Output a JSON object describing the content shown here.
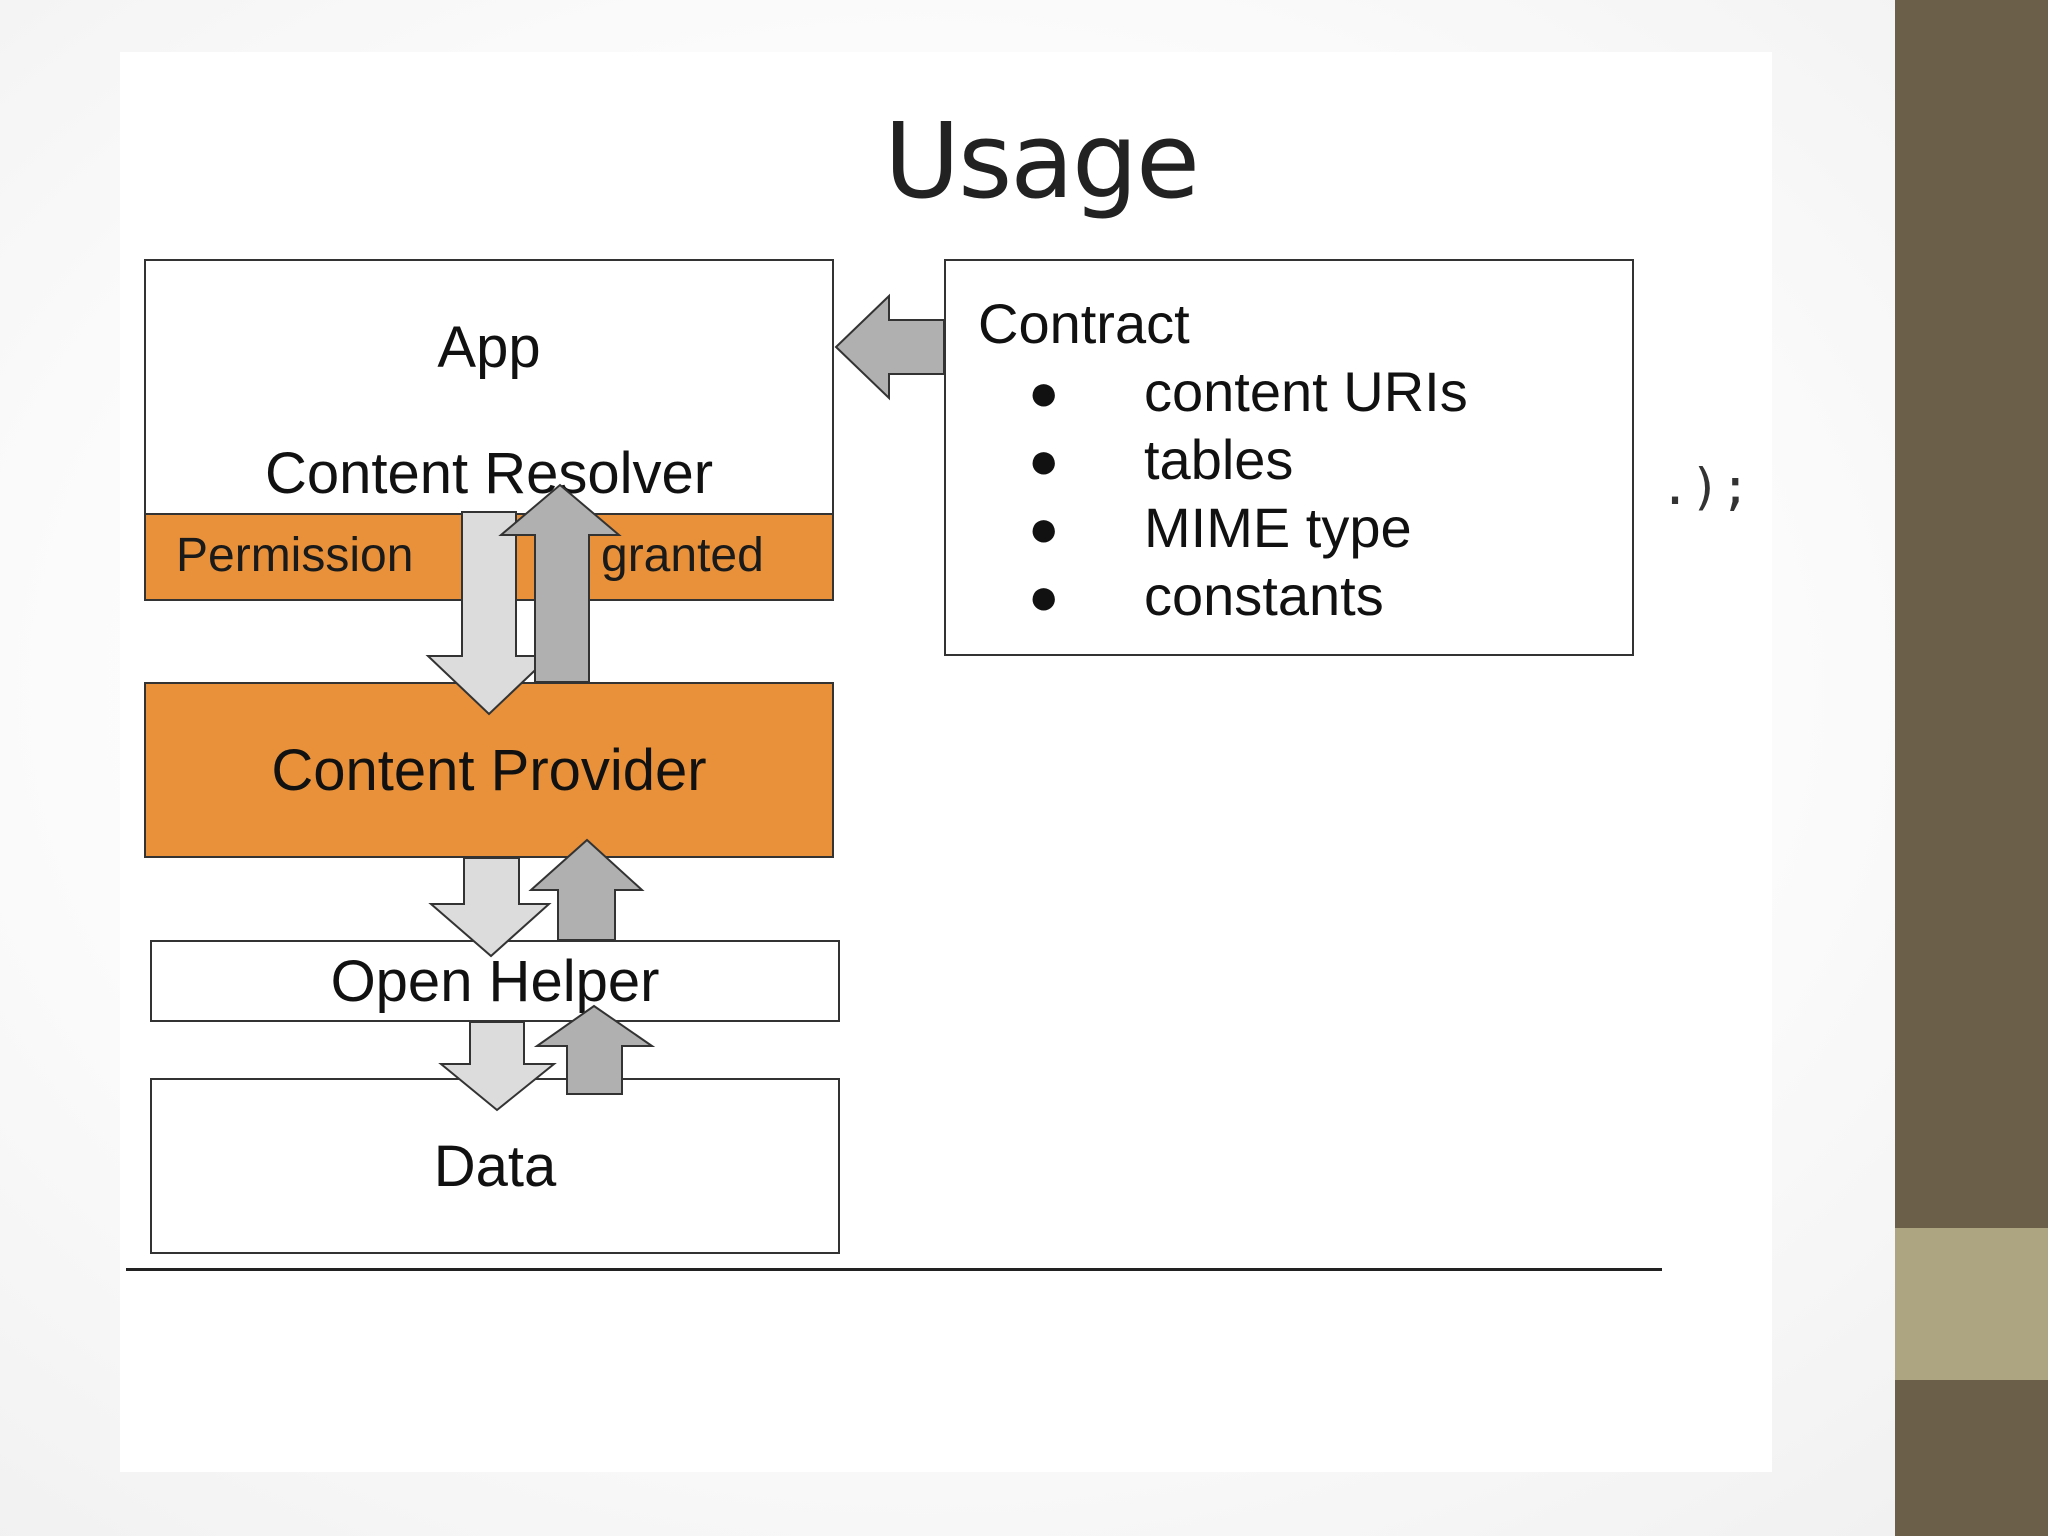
{
  "slide": {
    "title": "Usage",
    "stray_code": ".);"
  },
  "stack": {
    "app": "App",
    "content_resolver": "Content Resolver",
    "permission_left": "Permission",
    "permission_right": "granted",
    "content_provider": "Content Provider",
    "open_helper": "Open Helper",
    "data": "Data"
  },
  "contract": {
    "title": "Contract",
    "items": [
      {
        "bullet": "●",
        "text": "content URIs"
      },
      {
        "bullet": "●",
        "text": "tables"
      },
      {
        "bullet": "●",
        "text": "MIME type"
      },
      {
        "bullet": "●",
        "text": "constants"
      }
    ]
  },
  "colors": {
    "accent_orange": "#e8913a",
    "sidebar_dark": "#6b5f4a",
    "sidebar_light": "#ada582",
    "arrow_light": "#dcdcdc",
    "arrow_dark": "#b0b0b0"
  }
}
